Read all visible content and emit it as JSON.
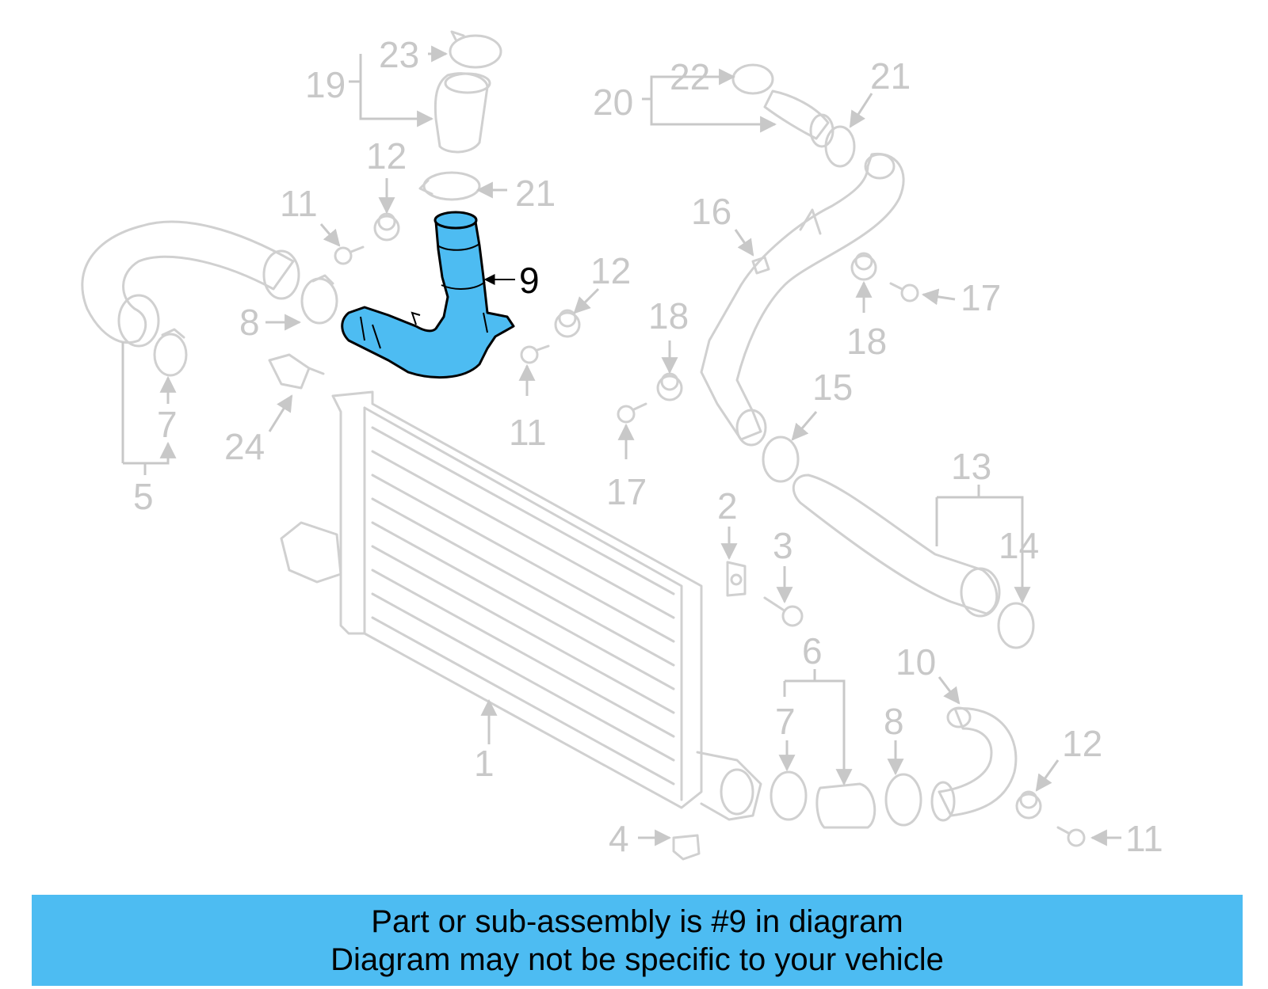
{
  "diagram": {
    "highlighted_callout": "9",
    "highlight_color": "#4dbcf2",
    "part_outline_color": "#d0d0d0",
    "callouts": {
      "c1": "1",
      "c2": "2",
      "c3": "3",
      "c4": "4",
      "c5": "5",
      "c6": "6",
      "c7a": "7",
      "c7b": "7",
      "c8a": "8",
      "c8b": "8",
      "c9": "9",
      "c10": "10",
      "c11a": "11",
      "c11b": "11",
      "c11c": "11",
      "c12a": "12",
      "c12b": "12",
      "c12c": "12",
      "c13": "13",
      "c14": "14",
      "c15": "15",
      "c16": "16",
      "c17a": "17",
      "c17b": "17",
      "c18a": "18",
      "c18b": "18",
      "c19": "19",
      "c20": "20",
      "c21a": "21",
      "c21b": "21",
      "c22": "22",
      "c23": "23",
      "c24": "24"
    }
  },
  "banner": {
    "line1": "Part or sub-assembly is #9 in diagram",
    "line2": "Diagram may not be specific to your vehicle"
  }
}
